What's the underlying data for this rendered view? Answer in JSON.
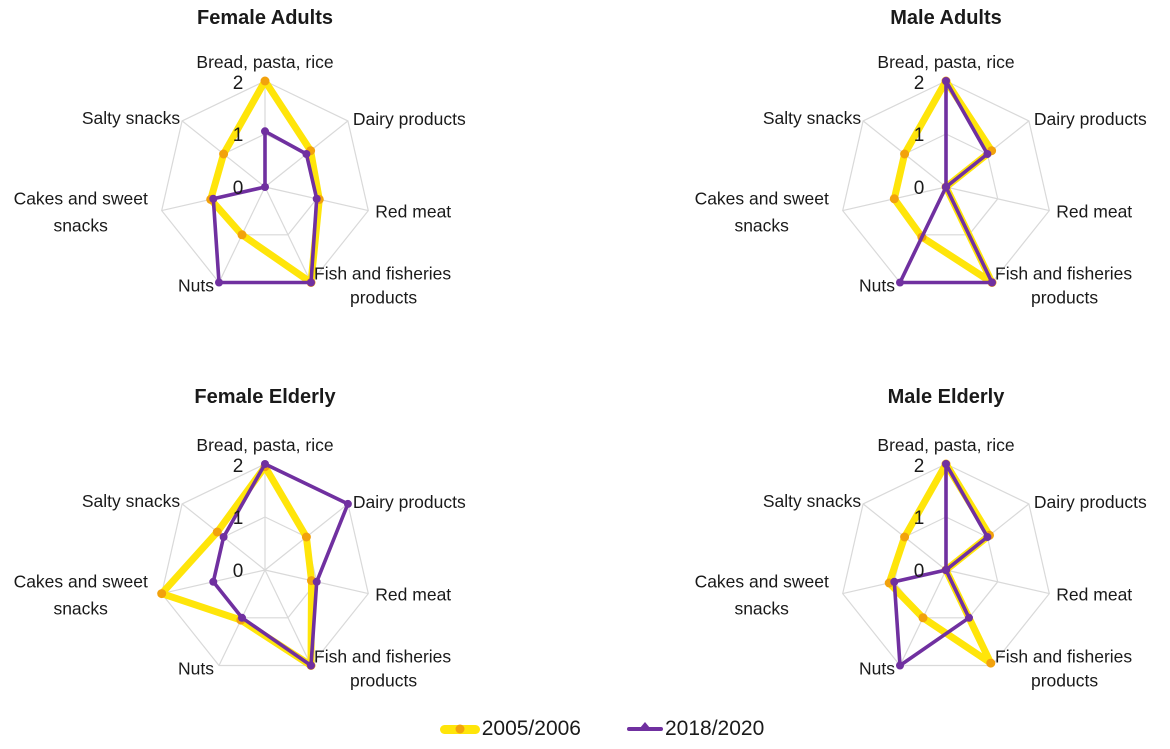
{
  "legend": {
    "items": [
      {
        "label": "2005/2006",
        "color": "#FFE50A",
        "marker_color": "#F2A20C",
        "marker": "circle"
      },
      {
        "label": "2018/2020",
        "color": "#7030A0",
        "marker_color": "#7030A0",
        "marker": "triangle"
      }
    ],
    "position": "bottom-center"
  },
  "colors": {
    "series_2005_2006": "#FFE50A",
    "marker_2005_2006": "#F2A20C",
    "series_2018_2020": "#7030A0",
    "grid": "#D9D9D9",
    "text": "#1A1A1A"
  },
  "axis_ticks": [
    "2",
    "1",
    "0"
  ],
  "axes_label_lines": [
    [
      "Bread, pasta, rice"
    ],
    [
      "Dairy products"
    ],
    [
      "Red meat"
    ],
    [
      "Fish and fisheries",
      "products"
    ],
    [
      "Nuts"
    ],
    [
      "Cakes and sweet",
      "snacks"
    ],
    [
      "Salty snacks"
    ]
  ],
  "chart_data": [
    {
      "type": "radar",
      "title": "Female Adults",
      "categories": [
        "Bread, pasta, rice",
        "Dairy products",
        "Red meat",
        "Fish and fisheries products",
        "Nuts",
        "Cakes and sweet snacks",
        "Salty snacks"
      ],
      "axis_range": [
        0,
        2
      ],
      "ticks": [
        0,
        1,
        2
      ],
      "grid": true,
      "series": [
        {
          "name": "2005/2006",
          "values": [
            2,
            1.1,
            1.05,
            2,
            1,
            1.05,
            1
          ]
        },
        {
          "name": "2018/2020",
          "values": [
            1.05,
            1,
            1,
            2,
            2,
            1,
            0
          ]
        }
      ]
    },
    {
      "type": "radar",
      "title": "Male Adults",
      "categories": [
        "Bread, pasta, rice",
        "Dairy products",
        "Red meat",
        "Fish and fisheries products",
        "Nuts",
        "Cakes and sweet snacks",
        "Salty snacks"
      ],
      "axis_range": [
        0,
        2
      ],
      "ticks": [
        0,
        1,
        2
      ],
      "grid": true,
      "series": [
        {
          "name": "2005/2006",
          "values": [
            2,
            1.1,
            0,
            2,
            1.05,
            1,
            1
          ]
        },
        {
          "name": "2018/2020",
          "values": [
            2,
            1,
            0,
            2,
            2,
            0,
            0
          ]
        }
      ]
    },
    {
      "type": "radar",
      "title": "Female Elderly",
      "categories": [
        "Bread, pasta, rice",
        "Dairy products",
        "Red meat",
        "Fish and fisheries products",
        "Nuts",
        "Cakes and sweet snacks",
        "Salty snacks"
      ],
      "axis_range": [
        0,
        2
      ],
      "ticks": [
        0,
        1,
        2
      ],
      "grid": true,
      "series": [
        {
          "name": "2005/2006",
          "values": [
            1.95,
            1,
            0.9,
            2,
            1.05,
            2,
            1.15
          ]
        },
        {
          "name": "2018/2020",
          "values": [
            2,
            2,
            1,
            2,
            1,
            1,
            1
          ]
        }
      ]
    },
    {
      "type": "radar",
      "title": "Male Elderly",
      "categories": [
        "Bread, pasta, rice",
        "Dairy products",
        "Red meat",
        "Fish and fisheries products",
        "Nuts",
        "Cakes and sweet snacks",
        "Salty snacks"
      ],
      "axis_range": [
        0,
        2
      ],
      "ticks": [
        0,
        1,
        2
      ],
      "grid": true,
      "series": [
        {
          "name": "2005/2006",
          "values": [
            2,
            1.05,
            0,
            1.95,
            1,
            1.1,
            1
          ]
        },
        {
          "name": "2018/2020",
          "values": [
            2,
            1,
            0,
            1,
            2,
            1,
            0
          ]
        }
      ]
    }
  ]
}
